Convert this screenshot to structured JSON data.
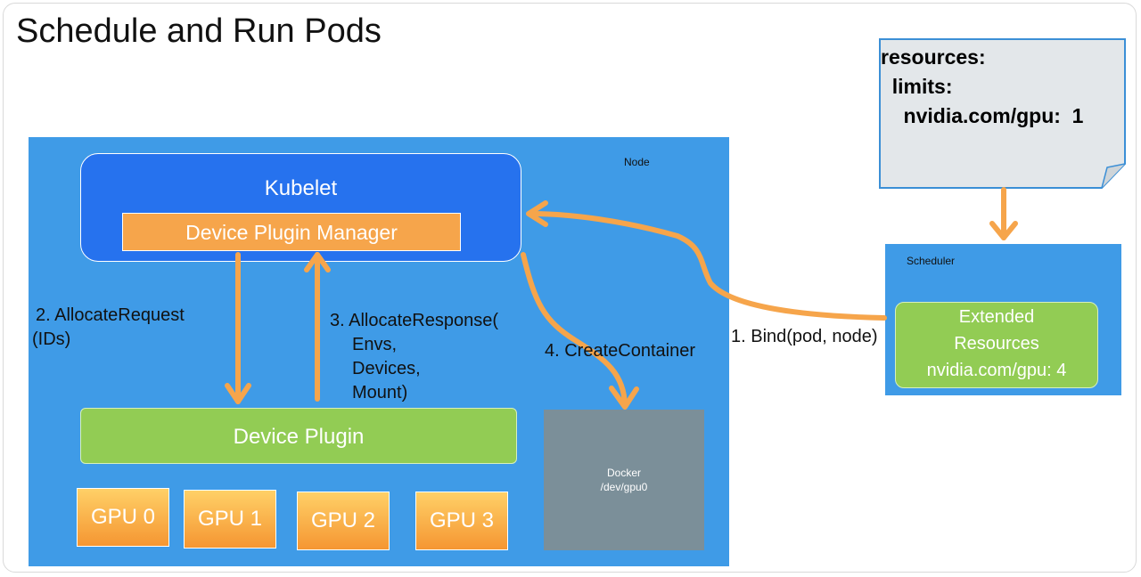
{
  "title": "Schedule and Run Pods",
  "node": {
    "label": "Node",
    "kubelet": "Kubelet",
    "device_plugin_manager": "Device Plugin Manager",
    "device_plugin": "Device Plugin",
    "gpus": [
      "GPU 0",
      "GPU 1",
      "GPU 2",
      "GPU 3"
    ],
    "docker": [
      "Docker",
      "/dev/gpu0"
    ]
  },
  "steps": {
    "allocate_request": [
      "2. AllocateRequest",
      "(IDs)"
    ],
    "allocate_response": [
      "3. AllocateResponse(",
      "Envs,",
      "Devices,",
      "Mount)"
    ],
    "create_container": "4. CreateContainer",
    "bind": "1. Bind(pod, node)"
  },
  "scheduler": {
    "label": "Scheduler",
    "extended_resources": [
      "Extended",
      "Resources",
      "nvidia.com/gpu: 4"
    ]
  },
  "pod_spec": [
    "resources:",
    "  limits:",
    "    nvidia.com/gpu:  1"
  ],
  "colors": {
    "node_bg": "#3f9be7",
    "kubelet_bg": "#2672ee",
    "orange": "#f6a54b",
    "green": "#92cc54",
    "docker_bg": "#7b8f99",
    "note_bg": "#e3e7ea",
    "note_border": "#3b8fd6"
  }
}
